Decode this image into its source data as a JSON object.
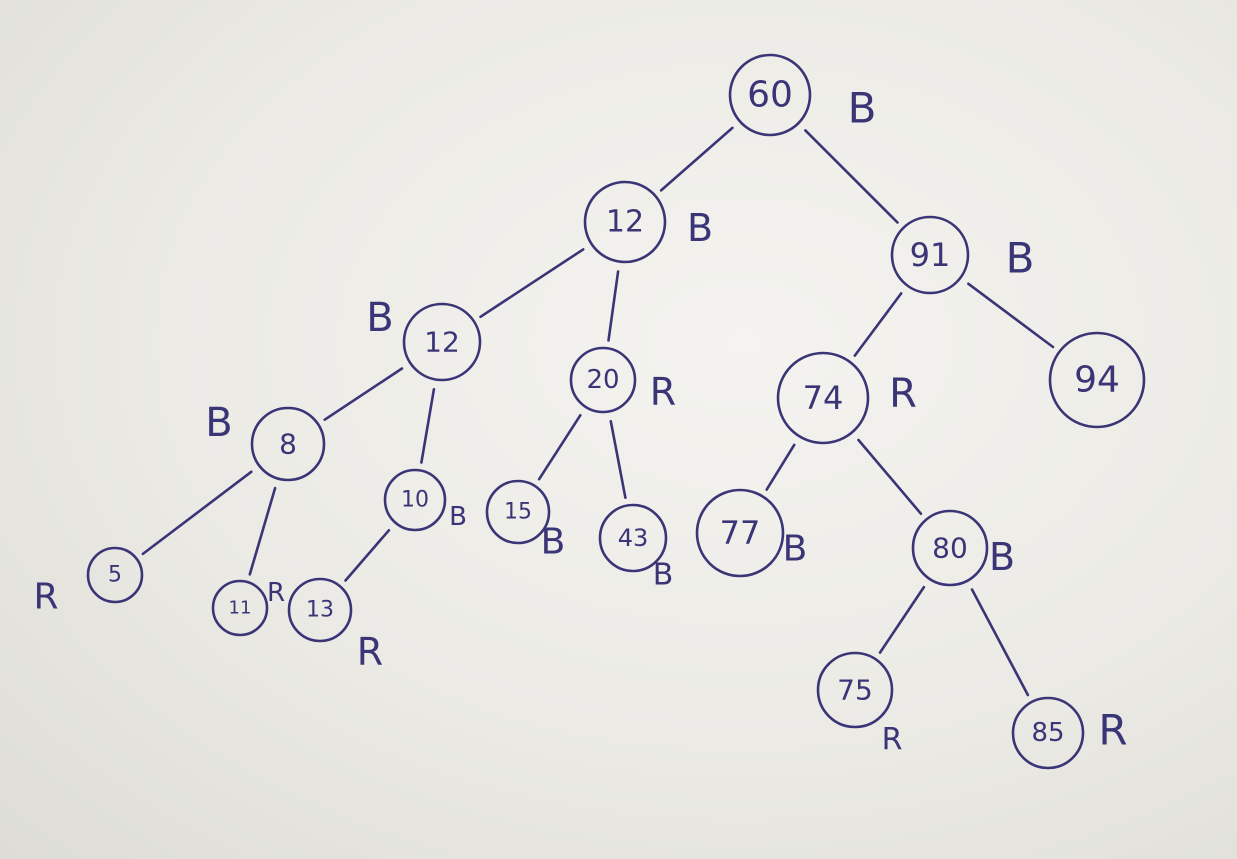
{
  "ink_color": "#3a3576",
  "paper_color": "#ecebe6",
  "tree": {
    "nodes": [
      {
        "id": "n60",
        "value": "60",
        "color": "B"
      },
      {
        "id": "n12",
        "value": "12",
        "color": "B"
      },
      {
        "id": "n91",
        "value": "91",
        "color": "B"
      },
      {
        "id": "n22",
        "value": "12",
        "color": "B"
      },
      {
        "id": "n20",
        "value": "20",
        "color": "R"
      },
      {
        "id": "n74",
        "value": "74",
        "color": "R"
      },
      {
        "id": "n94",
        "value": "94",
        "color": ""
      },
      {
        "id": "n8",
        "value": "8",
        "color": "B"
      },
      {
        "id": "n10",
        "value": "10",
        "color": "B"
      },
      {
        "id": "n15",
        "value": "15",
        "color": "B"
      },
      {
        "id": "n43",
        "value": "43",
        "color": "B"
      },
      {
        "id": "n77",
        "value": "77",
        "color": "B"
      },
      {
        "id": "n80",
        "value": "80",
        "color": "B"
      },
      {
        "id": "n5",
        "value": "5",
        "color": "R"
      },
      {
        "id": "n11",
        "value": "11",
        "color": "R"
      },
      {
        "id": "n13",
        "value": "13",
        "color": "R"
      },
      {
        "id": "n75",
        "value": "75",
        "color": "R"
      },
      {
        "id": "n85",
        "value": "85",
        "color": "R"
      }
    ],
    "edges": [
      [
        "n60",
        "n12"
      ],
      [
        "n60",
        "n91"
      ],
      [
        "n12",
        "n22"
      ],
      [
        "n12",
        "n20"
      ],
      [
        "n91",
        "n74"
      ],
      [
        "n91",
        "n94"
      ],
      [
        "n22",
        "n8"
      ],
      [
        "n22",
        "n10"
      ],
      [
        "n20",
        "n15"
      ],
      [
        "n20",
        "n43"
      ],
      [
        "n74",
        "n77"
      ],
      [
        "n74",
        "n80"
      ],
      [
        "n8",
        "n5"
      ],
      [
        "n8",
        "n11"
      ],
      [
        "n10",
        "n13"
      ],
      [
        "n80",
        "n75"
      ],
      [
        "n80",
        "n85"
      ]
    ]
  }
}
